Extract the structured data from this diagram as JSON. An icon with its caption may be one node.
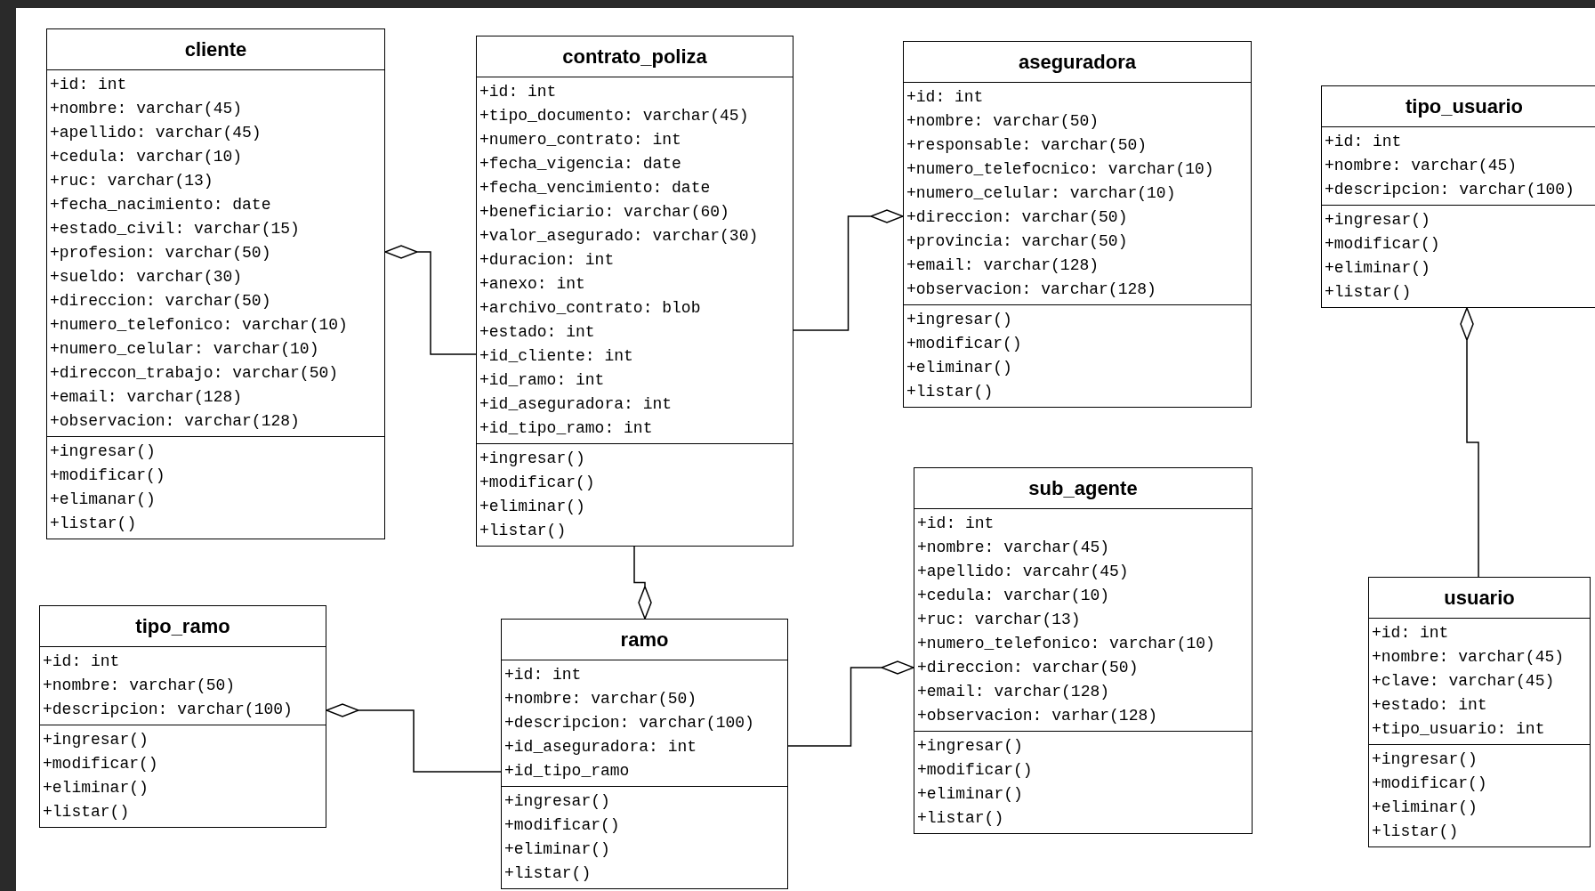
{
  "diagram": {
    "nodes": [
      {
        "text": [
          "cliente"
        ]
      },
      {
        "text": [
          "+id: int",
          "+nombre: varchar(45)",
          "+apellido: varchar(45)",
          "+cedula: varchar(10)",
          "+ruc: varchar(13)",
          "+fecha_nacimiento: date",
          "+estado_civil: varchar(15)",
          "+profesion: varchar(50)",
          "+sueldo: varchar(30)",
          "+direccion: varchar(50)",
          "+numero_telefonico: varchar(10)",
          "+numero_celular: varchar(10)",
          "+direccon_trabajo: varchar(50)",
          "+email: varchar(128)",
          "+observacion: varchar(128)"
        ],
        "in": 0
      },
      {
        "text": [
          "+ingresar()",
          "+modificar()",
          "+elimanar()",
          "+listar()"
        ],
        "in": 0
      },
      {
        "text": [
          "contrato_poliza"
        ]
      },
      {
        "text": [
          "+id: int",
          "+tipo_documento: varchar(45)",
          "+numero_contrato: int",
          "+fecha_vigencia: date",
          "+fecha_vencimiento: date",
          "+beneficiario: varchar(60)",
          "+valor_asegurado: varchar(30)",
          "+duracion: int",
          "+anexo: int",
          "+archivo_contrato: blob",
          "+estado: int",
          "+id_cliente: int",
          "+id_ramo: int",
          "+id_aseguradora: int",
          "+id_tipo_ramo: int"
        ],
        "in": 3
      },
      {
        "text": [
          "+ingresar()",
          "+modificar()",
          "+eliminar()",
          "+listar()"
        ],
        "in": 3
      },
      {
        "text": [
          "aseguradora"
        ]
      },
      {
        "text": [
          "+id: int",
          "+nombre: varchar(50)",
          "+responsable: varchar(50)",
          "+numero_telefocnico: varchar(10)",
          "+numero_celular: varchar(10)",
          "+direccion: varchar(50)",
          "+provincia: varchar(50)",
          "+email: varchar(128)",
          "+observacion: varchar(128)"
        ],
        "in": 6
      },
      {
        "text": [
          "+ingresar()",
          "+modificar()",
          "+eliminar()",
          "+listar()"
        ],
        "in": 6
      },
      {
        "text": [
          "tipo_usuario"
        ]
      },
      {
        "text": [
          "+id: int",
          "+nombre: varchar(45)",
          "+descripcion: varchar(100)"
        ],
        "in": 9
      },
      {
        "text": [
          "+ingresar()",
          "+modificar()",
          "+eliminar()",
          "+listar()"
        ],
        "in": 9
      },
      {
        "text": [
          "sub_agente"
        ]
      },
      {
        "text": [
          "+id: int",
          "+nombre: varchar(45)",
          "+apellido: varcahr(45)",
          "+cedula: varchar(10)",
          "+ruc: varchar(13)",
          "+numero_telefonico: varchar(10)",
          "+direccion: varchar(50)",
          "+email: varchar(128)",
          "+observacion: varhar(128)"
        ],
        "in": 12
      },
      {
        "text": [
          "+ingresar()",
          "+modificar()",
          "+eliminar()",
          "+listar()"
        ],
        "in": 12
      },
      {
        "text": [
          "usuario"
        ]
      },
      {
        "text": [
          "+id: int",
          "+nombre: varchar(45)",
          "+clave: varchar(45)",
          "+estado: int",
          "+tipo_usuario: int"
        ],
        "in": 15
      },
      {
        "text": [
          "+ingresar()",
          "+modificar()",
          "+eliminar()",
          "+listar()"
        ],
        "in": 15
      },
      {
        "text": [
          "tipo_ramo"
        ]
      },
      {
        "text": [
          "+id: int",
          "+nombre: varchar(50)",
          "+descripcion: varchar(100)"
        ],
        "in": 18
      },
      {
        "text": [
          "+ingresar()",
          "+modificar()",
          "+eliminar()",
          "+listar()"
        ],
        "in": 18
      },
      {
        "text": [
          "ramo"
        ]
      },
      {
        "text": [
          "+id: int",
          "+nombre: varchar(50)",
          "+descripcion: varchar(100)",
          "+id_aseguradora: int",
          "+id_tipo_ramo"
        ],
        "in": 21
      },
      {
        "text": [
          "+ingresar()",
          "+modificar()",
          "+eliminar()",
          "+listar()"
        ],
        "in": 21
      }
    ],
    "edges": [
      {
        "from": 3,
        "to": 0,
        "arrow": "other"
      },
      {
        "from": 3,
        "to": 6,
        "arrow": "other"
      },
      {
        "from": 3,
        "to": 21,
        "arrow": "other"
      },
      {
        "from": 21,
        "to": 18,
        "arrow": "other"
      },
      {
        "from": 21,
        "to": 12,
        "arrow": "other"
      },
      {
        "from": 15,
        "to": 9,
        "arrow": "other"
      }
    ]
  }
}
